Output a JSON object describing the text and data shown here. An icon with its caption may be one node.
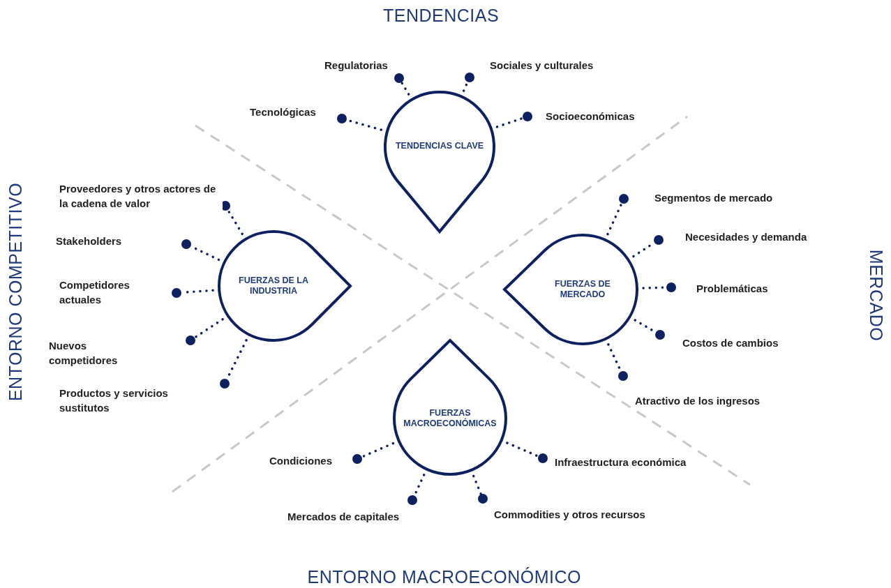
{
  "diagram": {
    "nodes": [
      {
        "text": [
          "TENDENCIAS CLAVE"
        ]
      },
      {
        "text": [
          "Regulatorias"
        ]
      },
      {
        "text": [
          "Sociales y culturales"
        ]
      },
      {
        "text": [
          "Tecnológicas"
        ]
      },
      {
        "text": [
          "Socioeconómicas"
        ]
      },
      {
        "text": [
          "FUERZAS DE LA INDUSTRIA"
        ]
      },
      {
        "text": [
          "Proveedores y otros actores de la cadena de valor"
        ]
      },
      {
        "text": [
          "Stakeholders"
        ]
      },
      {
        "text": [
          "Competidores actuales"
        ]
      },
      {
        "text": [
          "Nuevos competidores"
        ]
      },
      {
        "text": [
          "Productos y servicios sustitutos"
        ]
      },
      {
        "text": [
          "FUERZAS DE MERCADO"
        ]
      },
      {
        "text": [
          "Segmentos de mercado"
        ]
      },
      {
        "text": [
          "Necesidades y demanda"
        ]
      },
      {
        "text": [
          "Problemáticas"
        ]
      },
      {
        "text": [
          "Costos de cambios"
        ]
      },
      {
        "text": [
          "Atractivo de los ingresos"
        ]
      },
      {
        "text": [
          "FUERZAS MACROECONÓMICAS"
        ]
      },
      {
        "text": [
          "Condiciones"
        ]
      },
      {
        "text": [
          "Infraestructura económica"
        ]
      },
      {
        "text": [
          "Mercados de capitales"
        ]
      },
      {
        "text": [
          "Commodities y otros recursos"
        ]
      }
    ],
    "edges": [
      {
        "from": 0,
        "to": 1,
        "arrow": "none"
      },
      {
        "from": 0,
        "to": 2,
        "arrow": "none"
      },
      {
        "from": 0,
        "to": 3,
        "arrow": "none"
      },
      {
        "from": 0,
        "to": 4,
        "arrow": "none"
      },
      {
        "from": 5,
        "to": 6,
        "arrow": "none"
      },
      {
        "from": 5,
        "to": 7,
        "arrow": "none"
      },
      {
        "from": 5,
        "to": 8,
        "arrow": "none"
      },
      {
        "from": 5,
        "to": 9,
        "arrow": "none"
      },
      {
        "from": 5,
        "to": 10,
        "arrow": "none"
      },
      {
        "from": 11,
        "to": 12,
        "arrow": "none"
      },
      {
        "from": 11,
        "to": 13,
        "arrow": "none"
      },
      {
        "from": 11,
        "to": 14,
        "arrow": "none"
      },
      {
        "from": 11,
        "to": 15,
        "arrow": "none"
      },
      {
        "from": 11,
        "to": 16,
        "arrow": "none"
      },
      {
        "from": 17,
        "to": 18,
        "arrow": "none"
      },
      {
        "from": 17,
        "to": 19,
        "arrow": "none"
      },
      {
        "from": 17,
        "to": 20,
        "arrow": "none"
      },
      {
        "from": 17,
        "to": 21,
        "arrow": "none"
      }
    ],
    "labels": [
      "TENDENCIAS",
      "ENTORNO COMPETITIVO",
      "MERCADO",
      "ENTORNO MACROECONÓMICO"
    ]
  }
}
